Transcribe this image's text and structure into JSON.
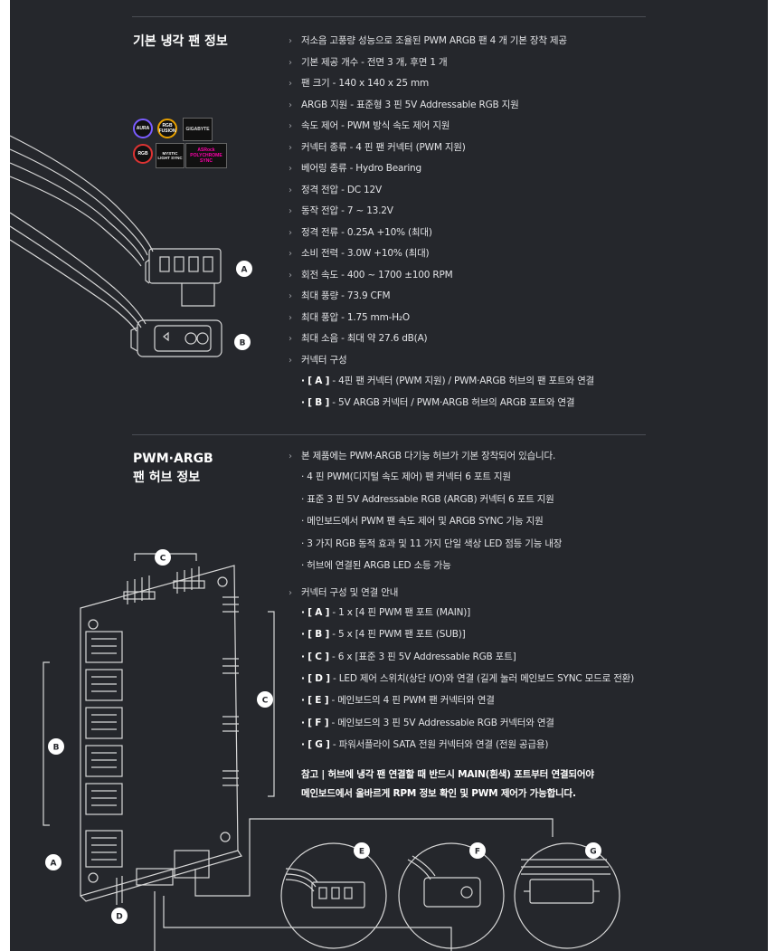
{
  "section1": {
    "title": "기본 냉각 팬 정보",
    "specs": [
      "저소음 고풍량 성능으로 조율된 PWM ARGB 팬 4 개 기본 장착 제공",
      "기본 제공 개수 - 전면 3 개, 후면 1 개",
      "팬 크기 - 140 x 140 x 25 mm",
      "ARGB 지원 - 표준형 3 핀 5V Addressable RGB 지원",
      "속도 제어 - PWM 방식 속도 제어 지원",
      "커넥터 종류 - 4 핀 팬 커넥터 (PWM 지원)",
      "베어링 종류 - Hydro Bearing",
      "정격 전압 - DC 12V",
      "동작 전압 - 7 ~ 13.2V",
      "정격 전류 - 0.25A +10% (최대)",
      "소비 전력 - 3.0W +10% (최대)",
      "회전 속도 - 400 ~ 1700 ±100 RPM",
      "최대 풍량 - 73.9 CFM",
      "최대 풍압 - 1.75 mm-H₂O",
      "최대 소음 - 최대 약 27.6 dB(A)",
      "커넥터 구성"
    ],
    "connector_items": [
      {
        "tag": "· [ A ]",
        "text": " - 4핀 팬 커넥터 (PWM 지원) / PWM·ARGB 허브의 팬 포트와 연결"
      },
      {
        "tag": "· [ B ]",
        "text": " - 5V ARGB 커넥터 / PWM·ARGB 허브의 ARGB 포트와 연결"
      }
    ],
    "logos": [
      "AURA",
      "RGB FUSION",
      "GIGABYTE",
      "RGB",
      "MYSTIC LIGHT SYNC",
      "ASRock POLYCHROME SYNC"
    ]
  },
  "section2": {
    "title_line1": "PWM·ARGB",
    "title_line2": "팬 허브 정보",
    "intro": "본 제품에는 PWM·ARGB 다기능 허브가 기본 장착되어 있습니다.",
    "features": [
      "· 4 핀 PWM(디지털 속도 제어) 팬 커넥터 6 포트 지원",
      "· 표준 3 핀 5V Addressable RGB (ARGB) 커넥터 6 포트 지원",
      "· 메인보드에서 PWM 팬 속도 제어 및 ARGB SYNC 기능 지원",
      "· 3 가지 RGB 동적 효과 및 11 가지 단일 색상 LED 점등 기능 내장",
      "· 허브에 연결된 ARGB LED 소등 가능"
    ],
    "guide_title": "커넥터 구성 및 연결 안내",
    "guide_items": [
      {
        "tag": "· [ A ]",
        "text": " - 1 x [4 핀 PWM 팬 포트 (MAIN)]"
      },
      {
        "tag": "· [ B ]",
        "text": " - 5 x [4 핀 PWM 팬 포트 (SUB)]"
      },
      {
        "tag": "· [ C ]",
        "text": " - 6 x [표준 3 핀 5V Addressable RGB 포트]"
      },
      {
        "tag": "· [ D ]",
        "text": " - LED 제어 스위치(상단 I/O)와 연결 (길게 눌러 메인보드 SYNC 모드로 전환)"
      },
      {
        "tag": "· [ E ]",
        "text": " - 메인보드의 4 핀 PWM 팬 커넥터와 연결"
      },
      {
        "tag": "· [ F ]",
        "text": " - 메인보드의 3 핀 5V Addressable RGB 커넥터와 연결"
      },
      {
        "tag": "· [ G ]",
        "text": " - 파워서플라이 SATA 전원 커넥터와 연결 (전원 공급용)"
      }
    ],
    "note_line1": "참고 | 허브에 냉각 팬 연결할 때 반드시 MAIN(흰색) 포트부터 연결되어야",
    "note_line2": "메인보드에서 올바르게 RPM 정보 확인 및 PWM 제어가 가능합니다."
  },
  "diagram_labels": {
    "a": "A",
    "b": "B",
    "c": "C",
    "d": "D",
    "e": "E",
    "f": "F",
    "g": "G"
  },
  "colors": {
    "panel": "#25272c",
    "text": "#e2e3e6",
    "line": "#d8d8d8"
  }
}
